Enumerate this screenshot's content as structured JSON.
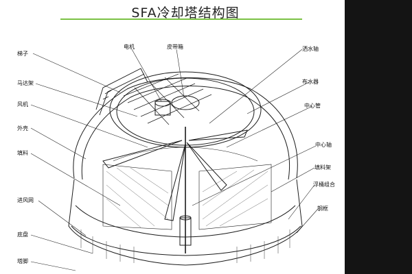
{
  "title": "SFA冷却塔结构图",
  "colors": {
    "accent": "#7ac143",
    "right_band": "#141414",
    "line": "#1a1a1a"
  },
  "labels": {
    "ladder": "梯子",
    "motor_frame": "马达架",
    "fan": "风机",
    "shell": "外壳",
    "fill": "填料",
    "air_inlet_net": "进风网",
    "bottom_basin": "底盘",
    "tower_legs": "塔脚",
    "motor": "电机",
    "pulley_box": "皮带箱",
    "sprinkler_shaft": "洒水轴",
    "water_distributor": "布水器",
    "center_pipe": "中心管",
    "center_axis": "中心轴",
    "fill_rack": "填料架",
    "float_valve_assembly": "浮桶组合",
    "steel_frame": "钢框"
  }
}
